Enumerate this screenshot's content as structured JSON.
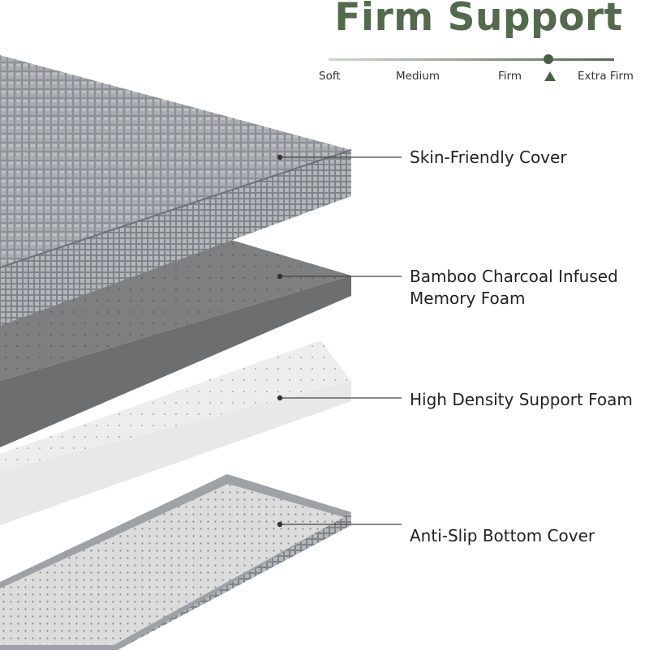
{
  "header": {
    "title": "Firm Support",
    "accent_color": "#536a4d"
  },
  "firmness_scale": {
    "levels": [
      "Soft",
      "Medium",
      "Firm",
      "Extra Firm"
    ],
    "selected_level": "Firm"
  },
  "layers": [
    {
      "lines": [
        "Skin-Friendly Cover"
      ]
    },
    {
      "lines": [
        "Bamboo Charcoal Infused",
        "Memory Foam"
      ]
    },
    {
      "lines": [
        "High Density Support Foam"
      ]
    },
    {
      "lines": [
        "Anti-Slip Bottom Cover"
      ]
    }
  ]
}
